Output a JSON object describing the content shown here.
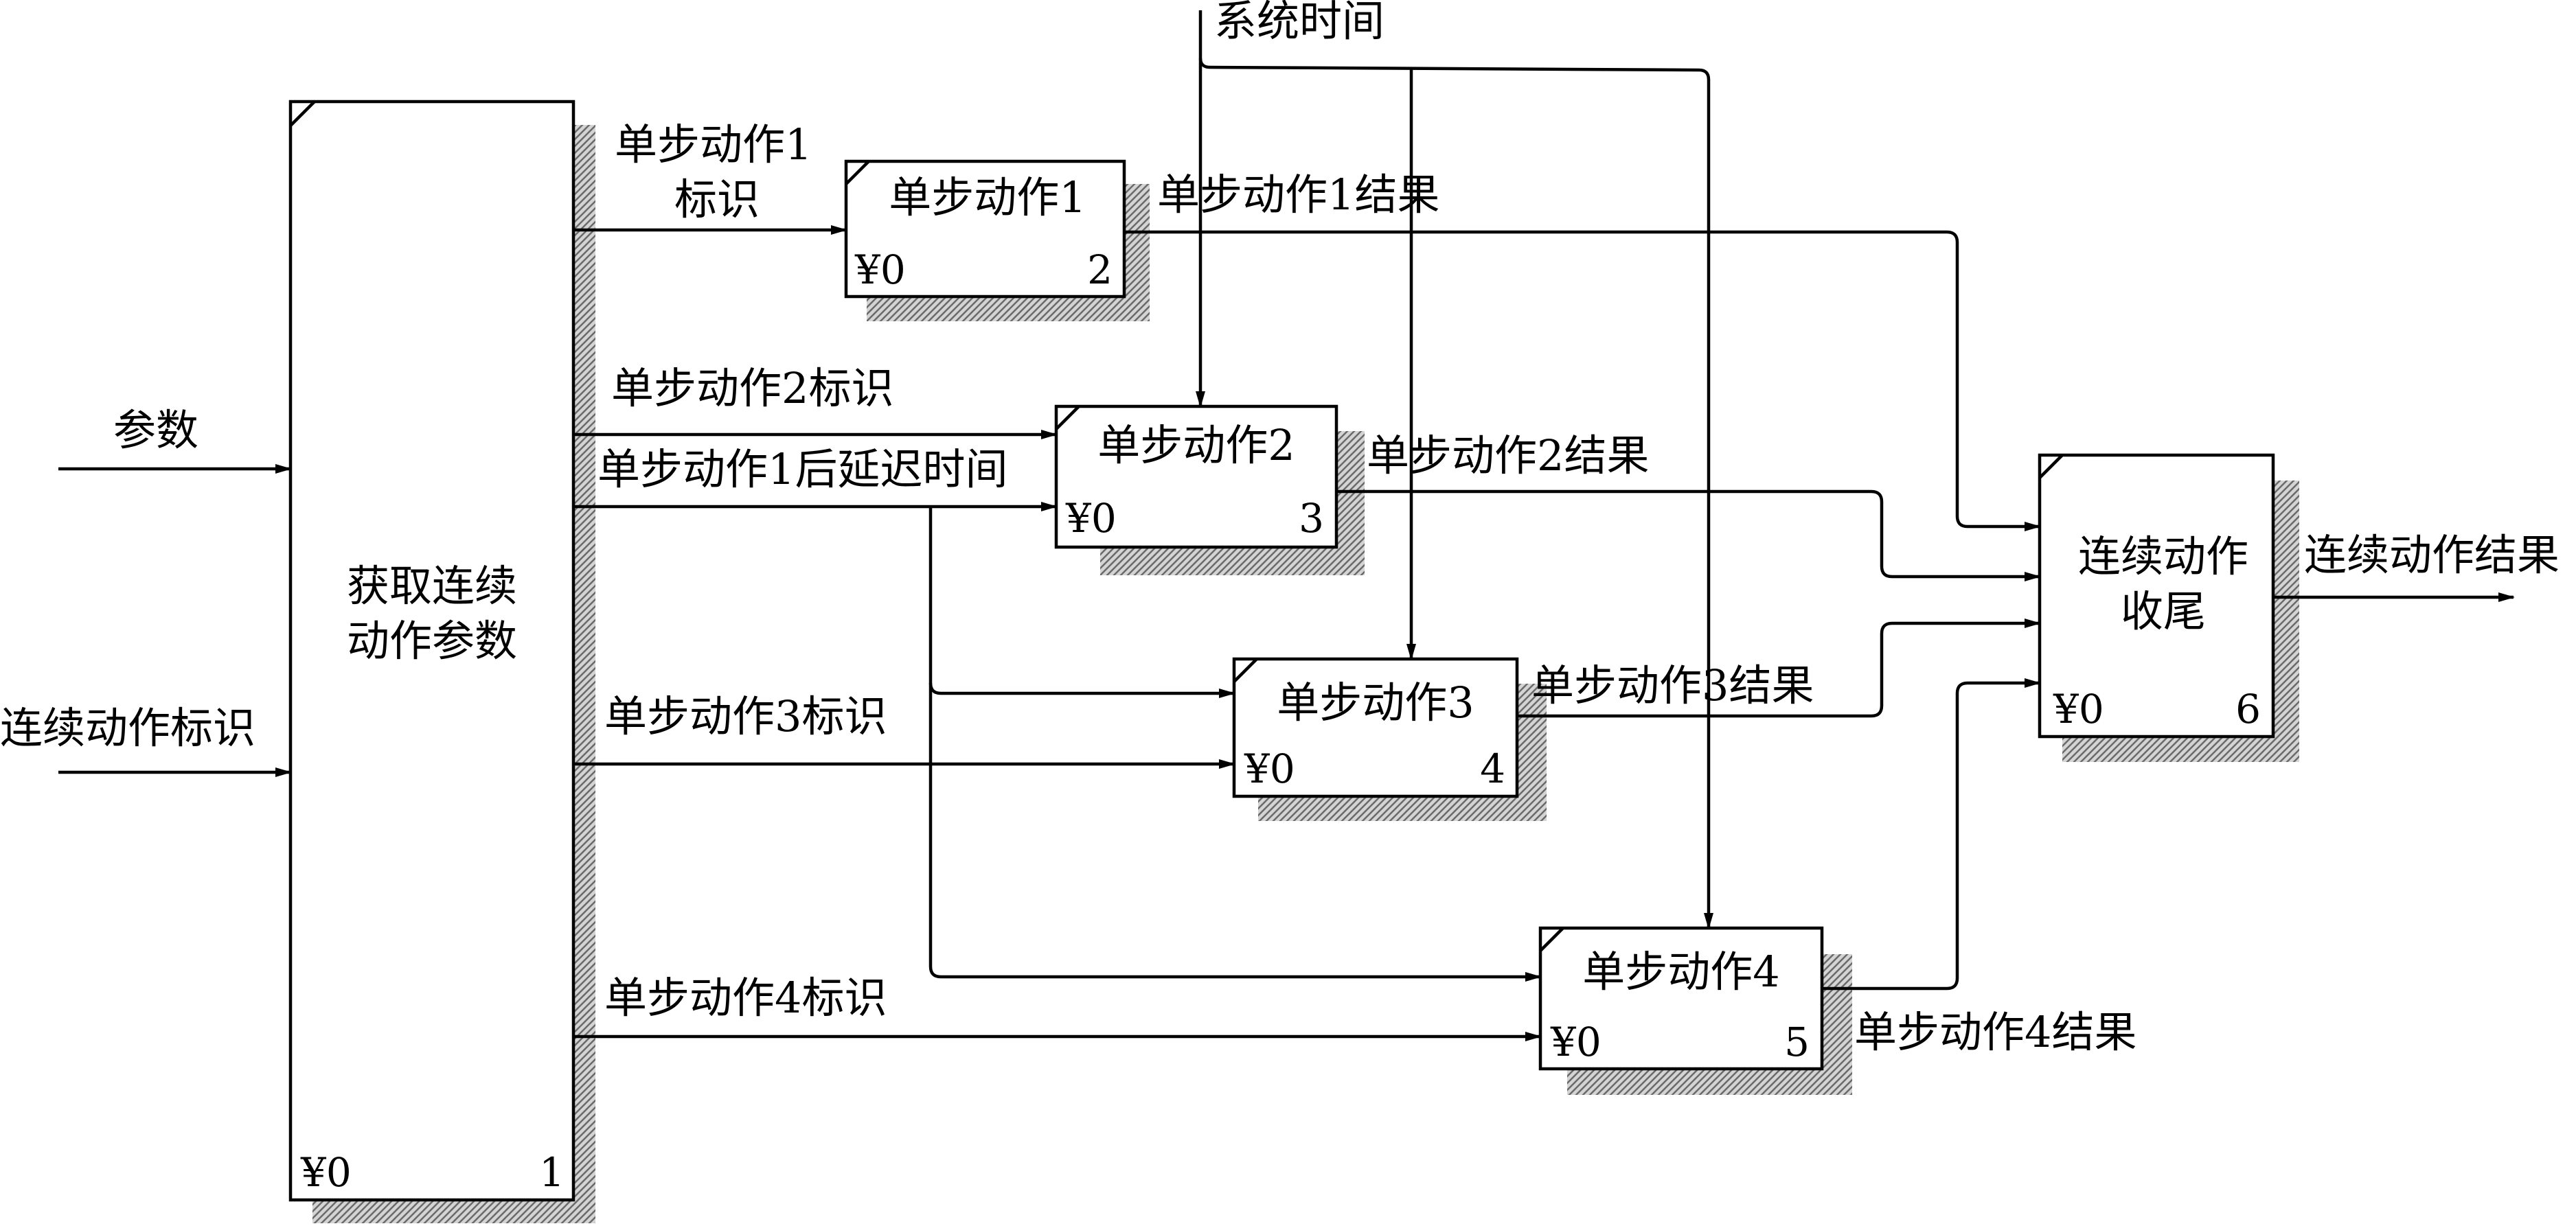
{
  "boxes": [
    {
      "id": "b1",
      "title_lines": [
        "获取连续",
        "动作参数"
      ],
      "cost": "¥0",
      "number": "1"
    },
    {
      "id": "b2",
      "title_lines": [
        "单步动作1"
      ],
      "cost": "¥0",
      "number": "2"
    },
    {
      "id": "b3",
      "title_lines": [
        "单步动作2"
      ],
      "cost": "¥0",
      "number": "3"
    },
    {
      "id": "b4",
      "title_lines": [
        "单步动作3"
      ],
      "cost": "¥0",
      "number": "4"
    },
    {
      "id": "b5",
      "title_lines": [
        "单步动作4"
      ],
      "cost": "¥0",
      "number": "5"
    },
    {
      "id": "b6",
      "title_lines": [
        "连续动作",
        "收尾"
      ],
      "cost": "¥0",
      "number": "6"
    }
  ],
  "arrow_labels": {
    "system_time": "系统时间",
    "params": "参数",
    "continuous_action_id": "连续动作标识",
    "step1_id_line1": "单步动作1",
    "step1_id_line2": "标识",
    "step2_id": "单步动作2标识",
    "step1_delay": "单步动作1后延迟时间",
    "step3_id": "单步动作3标识",
    "step4_id": "单步动作4标识",
    "step1_result": "单步动作1结果",
    "step2_result": "单步动作2结果",
    "step3_result": "单步动作3结果",
    "step4_result": "单步动作4结果",
    "continuous_result": "连续动作结果"
  }
}
